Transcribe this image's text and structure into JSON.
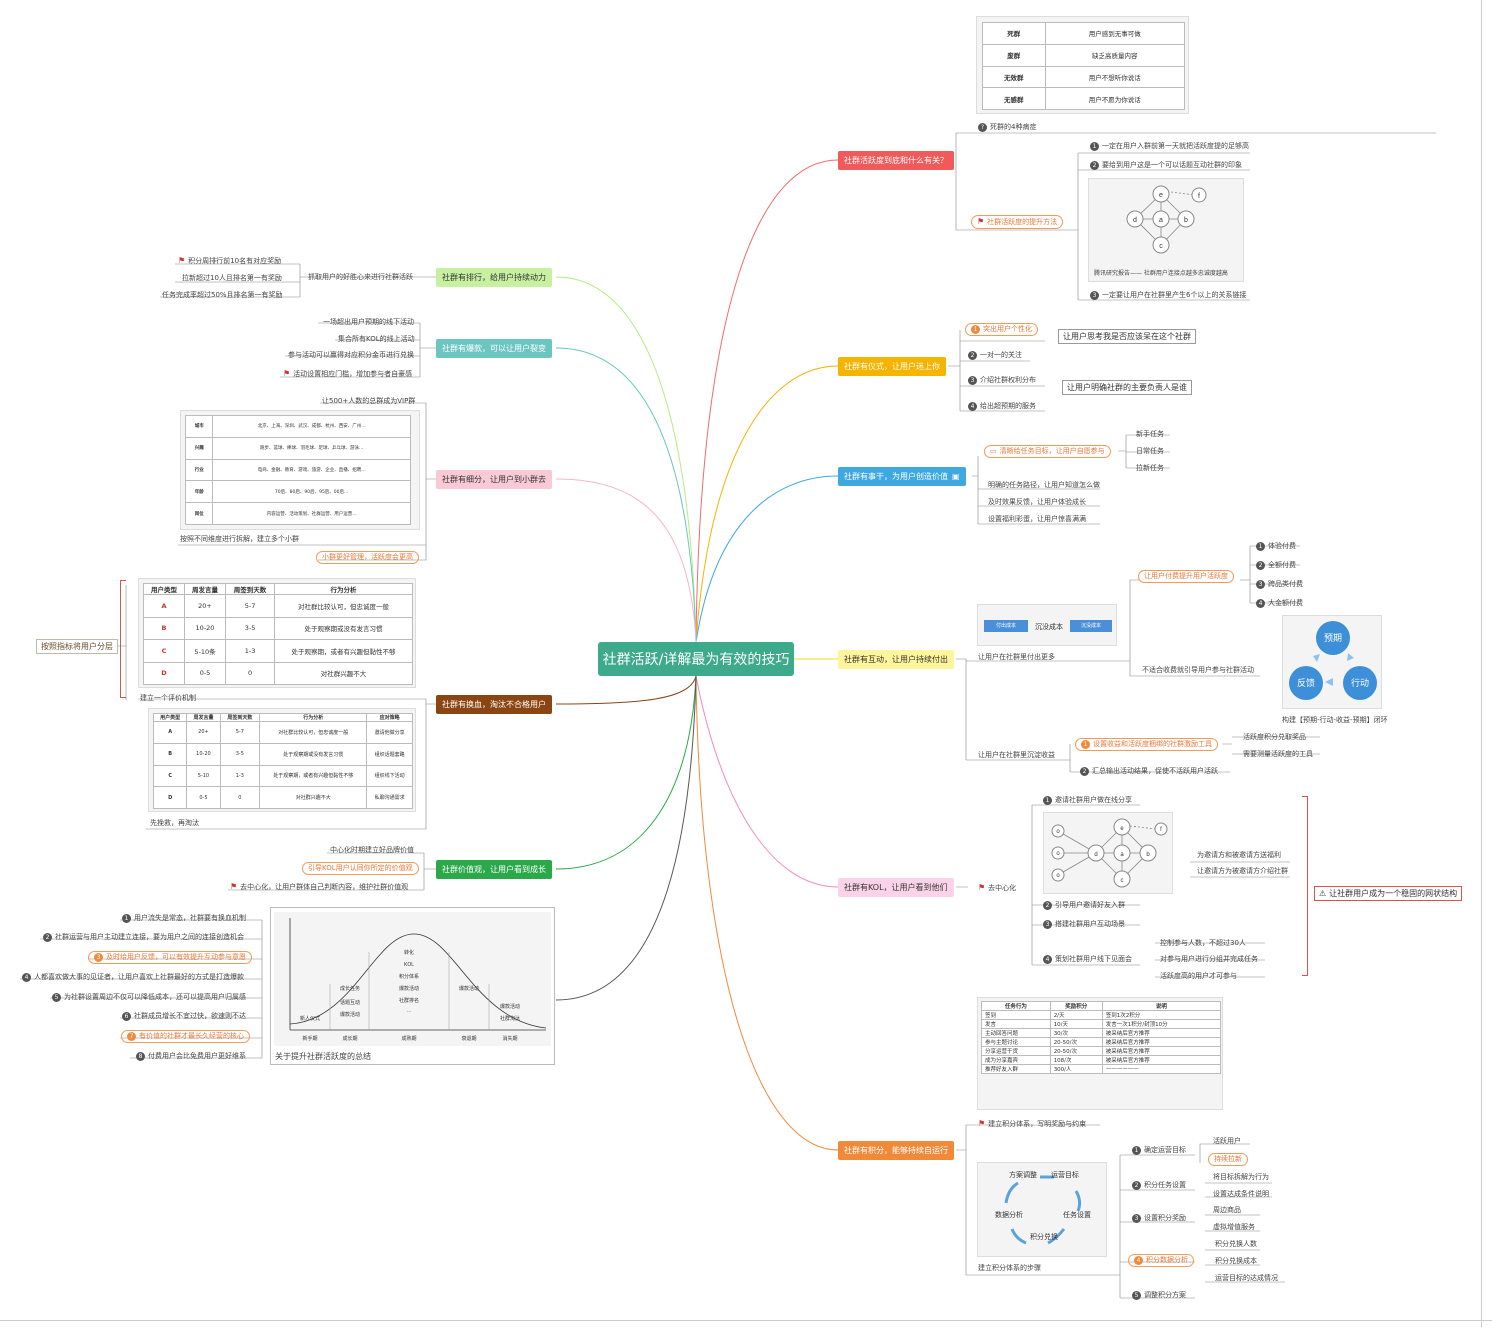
{
  "center_title": "社群活跃/详解最为有效的技巧",
  "colors": {
    "center": "#3daa8b",
    "accent_orange": "#f08a3a"
  },
  "right": {
    "b1": {
      "title": "社群活跃度到底和什么有关？",
      "dead_table": [
        [
          "死群",
          "用户感到无事可做"
        ],
        [
          "废群",
          "缺乏高质量内容"
        ],
        [
          "无效群",
          "用户不想听你说话"
        ],
        [
          "无感群",
          "用户不愿为你说话"
        ]
      ],
      "dead_label": "死群的4种病症",
      "method_label": "社群活跃度的提升方法",
      "items": [
        "一定在用户入群前第一天就把活跃度提的足够高",
        "要给到用户这是一个可以话题互动社群的印象",
        "一定要让用户在社群里产生6个以上的关系链接"
      ],
      "graph_caption": "腾讯研究报告——  社群用户连接点越多忠诚度越高",
      "nodes": [
        "e",
        "f",
        "d",
        "a",
        "b",
        "c"
      ]
    },
    "b2": {
      "title": "社群有仪式，让用户迷上你",
      "items": [
        "突出用户个性化",
        "一对一的关注",
        "介绍社群权利分布",
        "给出超预期的服务"
      ],
      "notes": [
        "让用户思考我是否应该呆在这个社群",
        "让用户明确社群的主要负责人是谁"
      ]
    },
    "b3": {
      "title": "社群有事干，为用户创造价值",
      "main": "清晰给任务目标，让用户自愿参与",
      "tasks": [
        "新手任务",
        "日常任务",
        "拉新任务"
      ],
      "items": [
        "明确的任务路径，让用户知道怎么做",
        "及时效果反馈，让用户体验成长",
        "设置福利彩蛋，让用户惊喜满满"
      ]
    },
    "b4": {
      "title": "社群有互动，让用户持续付出",
      "sunk": [
        "付出成本",
        "沉没成本",
        "沉没成本"
      ],
      "pay_label": "让用户付费提升用户活跃度",
      "pay_items": [
        "体验付费",
        "全额付费",
        "跨品类付费",
        "大金额付费"
      ],
      "l1": "让用户在社群里付出更多",
      "l2": "不适合收费就引导用户参与社群活动",
      "cycle": [
        "预期",
        "行动",
        "反馈"
      ],
      "cycle_caption": "构建【预期-行动-收益-预期】闭环",
      "l3": "让用户在社群里沉淀收益",
      "bonus": "设置收益和活跃度捆绑的社群激励工具",
      "bonus_items": [
        "活跃度积分兑取奖品",
        "需要测量活跃度的工具"
      ],
      "summary": "汇总输出活动结果，促使不活跃用户活跃"
    },
    "b5": {
      "title": "社群有KOL，让用户看到他们",
      "flag": "去中心化",
      "items": [
        "邀请社群用户做在线分享",
        "引导用户邀请好友入群",
        "搭建社群用户互动场景",
        "策划社群用户线下见面会"
      ],
      "side": [
        "为邀请方和被邀请方送福利",
        "让邀请方为被邀请方介绍社群"
      ],
      "meet": [
        "控制参与人数，不超过30人",
        "对参与用户进行分组并完成任务",
        "活跃度高的用户才可参与"
      ],
      "note": "让社群用户成为一个稳固的网状结构",
      "nodes": [
        "o",
        "e",
        "f",
        "o",
        "d",
        "a",
        "b",
        "c",
        "o"
      ]
    },
    "b6": {
      "title": "社群有积分，能够持续自运行",
      "table_header": [
        "任务行为",
        "奖励积分",
        "说明"
      ],
      "table_rows": [
        [
          "签到",
          "2/天",
          "签到1次2积分"
        ],
        [
          "发言",
          "10/天",
          "发言一次1积分/封顶10分"
        ],
        [
          "主动回答问题",
          "30/次",
          "被采纳后官方推荐"
        ],
        [
          "参与主题讨论",
          "20-50/次",
          "被采纳后官方推荐"
        ],
        [
          "分享运营干货",
          "20-50/次",
          "被采纳后官方推荐"
        ],
        [
          "成为分享嘉宾",
          "108/次",
          "被采纳后官方推荐"
        ],
        [
          "推荐好友入群",
          "300/人",
          "——————"
        ]
      ],
      "flag": "建立积分体系，写明奖励与约束",
      "cycle": [
        "方案调整",
        "运营目标",
        "任务设置",
        "积分兑换",
        "数据分析"
      ],
      "caption": "建立积分体系的步骤",
      "steps": [
        "确定运营目标",
        "积分任务设置",
        "设置积分奖励",
        "积分数据分析",
        "调整积分方案"
      ],
      "sub": [
        [
          "活跃用户",
          "持续拉新"
        ],
        [
          "将目标拆解为行为",
          "设置达成条件说明"
        ],
        [
          "周边商品",
          "虚拟增值服务"
        ],
        [
          "积分兑换人数",
          "积分兑换成本",
          "运营目标的达成情况"
        ]
      ]
    }
  },
  "left": {
    "c1": {
      "title": "社群有排行，给用户持续动力",
      "main": "抓取用户的好胜心来进行社群活跃",
      "items": [
        "积分周排行前10名有对应奖励",
        "拉新超过10人且排名第一有奖励",
        "任务完成率超过50%且排名第一有奖励"
      ]
    },
    "c2": {
      "title": "社群有爆款，可以让用户裂变",
      "items": [
        "一场超出用户预期的线下活动",
        "集合所有KOL的线上活动",
        "参与活动可以赢得对应积分金币进行兑换",
        "活动设置相应门槛，增加参与者自豪感"
      ]
    },
    "c3": {
      "title": "社群有细分，让用户到小群去",
      "top": "让500+人数的总群成为VIP群",
      "rows": [
        [
          "城市",
          "北京、上海、深圳、武汉、成都、杭州、西安、广州…"
        ],
        [
          "兴趣",
          "跑步、篮球、棒球、羽毛球、足球、乒乓球、游泳…"
        ],
        [
          "行业",
          "电商、金融、教育、游戏、旅游、企业、直播、招聘…"
        ],
        [
          "年龄",
          "70后、80后、90后、95后、00后…"
        ],
        [
          "岗位",
          "内容运营、活动策划、社群运营、用户运营…"
        ]
      ],
      "bottom": "按照不同维度进行拆解，建立多个小群",
      "hl": "小群更好管理，活跃度会更高"
    },
    "c4": {
      "title": "社群有换血，淘汰不合格用户",
      "layer": "按照指标将用户分层",
      "t1_header": [
        "用户类型",
        "周发言量",
        "周签到天数",
        "行为分析"
      ],
      "t1_rows": [
        [
          "A",
          "20+",
          "5-7",
          "对社群比较认可，但忠诚度一般"
        ],
        [
          "B",
          "10-20",
          "3-5",
          "处于观察期或没有发言习惯"
        ],
        [
          "C",
          "5-10条",
          "1-3",
          "处于观察期，或者有兴趣但黏性不够"
        ],
        [
          "D",
          "0-5",
          "0",
          "对社群兴趣不大"
        ]
      ],
      "eval": "建立一个评价机制",
      "t2_header": [
        "用户类型",
        "周发言量",
        "周签到天数",
        "行为分析",
        "应对策略"
      ],
      "t2_rows": [
        [
          "A",
          "20+",
          "5-7",
          "对社群比较认可，但忠诚度一般",
          "邀请他做分享"
        ],
        [
          "B",
          "10-20",
          "3-5",
          "处于观察期或没有发言习惯",
          "组织话题套路"
        ],
        [
          "C",
          "5-10",
          "1-3",
          "处于观察期，或者有兴趣但黏性不够",
          "组织线下活动"
        ],
        [
          "D",
          "0-5",
          "0",
          "对社群兴趣不大",
          "私聊沟通需求"
        ]
      ],
      "end": "先挽救，再淘汰"
    },
    "c5": {
      "title": "社群价值观，让用户看到成长",
      "items": [
        "中心化时期建立好品牌价值",
        "引导KOL用户认同你所定的价值观",
        "去中心化，让用户群体自己判断内容，维护社群价值观"
      ]
    },
    "c6": {
      "items": [
        "用户流失是常态，社群要有换血机制",
        "社群运营与用户主动建立连接，要为用户之间的连接创造机会",
        "及时给用户反馈，可以有效提升互动参与意愿",
        "人都喜欢做大事的见证者，让用户喜欢上社群最好的方式是打造爆款",
        "为社群设置周边不仅可以降低成本，还可以提高用户归属感",
        "社群成员增长不宜过快，欲速则不达",
        "有价值的社群才最长久经营的核心",
        "付费用户会比免费用户更好维系"
      ],
      "caption": "关于提升社群活跃度的总结",
      "curve_stages": [
        "新手期",
        "成长期",
        "成熟期",
        "衰退期",
        "消失期"
      ],
      "curve_labels": [
        "新人仪式",
        "成长任务",
        "话题互动",
        "爆款活动",
        "转化",
        "KOL",
        "积分体系",
        "爆款活动",
        "社群排名",
        "…",
        "爆款活动",
        "爆款活动",
        "社群淘汰"
      ]
    }
  }
}
